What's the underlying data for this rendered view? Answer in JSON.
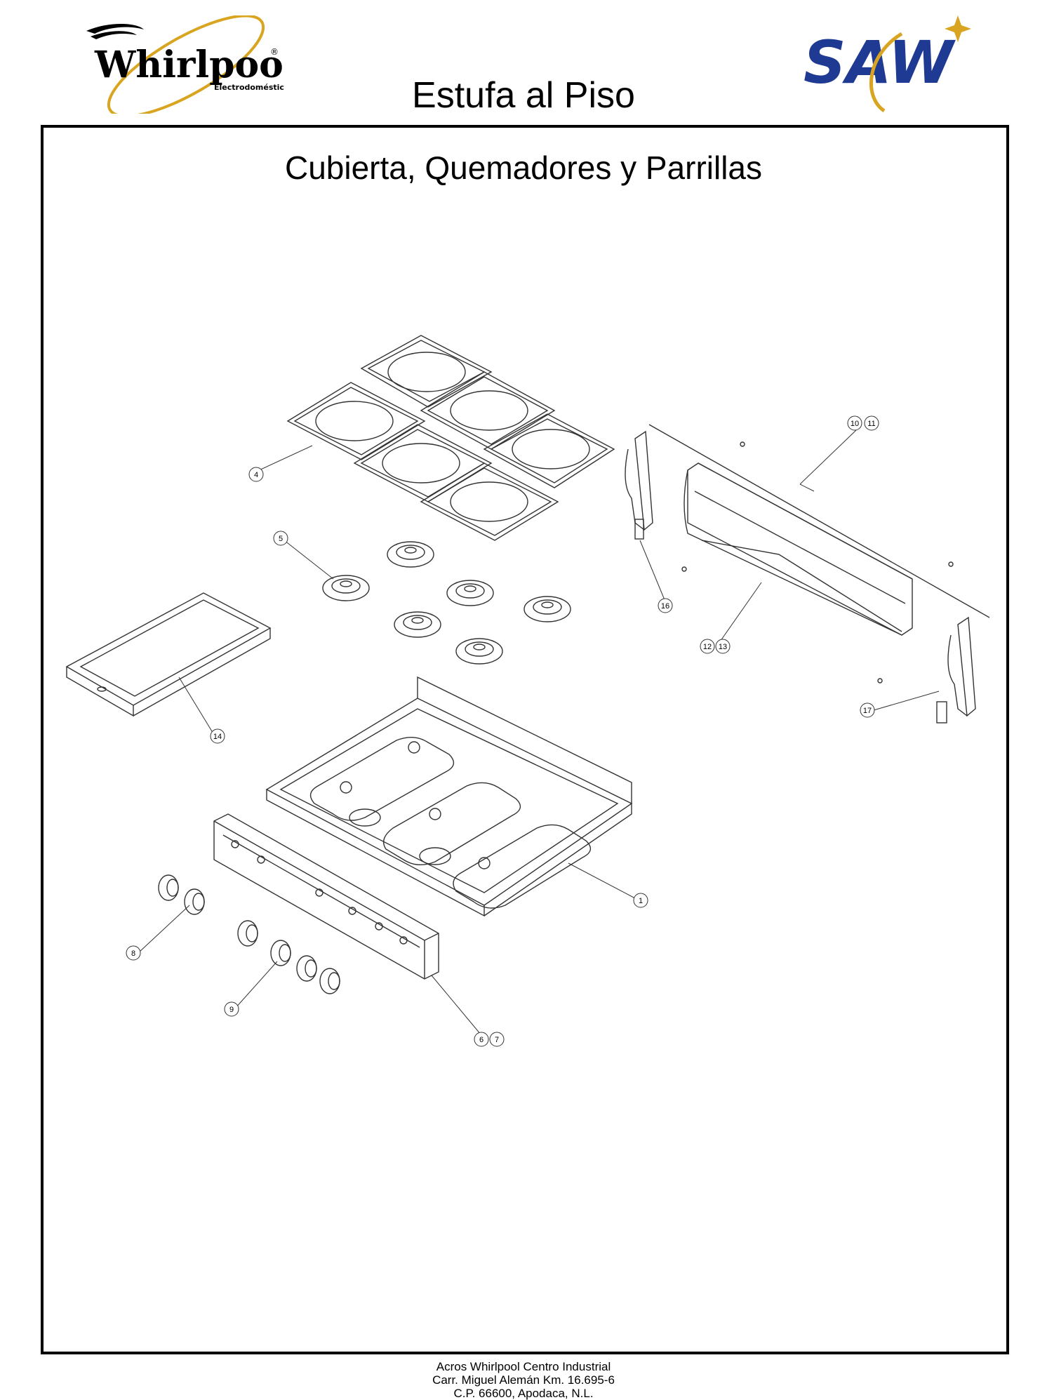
{
  "header": {
    "brand_left": "Whirlpool",
    "brand_left_reg": "®",
    "brand_left_sub": "Electrodomésticos",
    "brand_right": "SAW",
    "title": "Estufa al Piso"
  },
  "section": {
    "title": "Cubierta, Quemadores y Parrillas"
  },
  "callouts": {
    "c1": "1",
    "c4": "4",
    "c5": "5",
    "c6": "6",
    "c7": "7",
    "c8": "8",
    "c9": "9",
    "c10": "10",
    "c11": "11",
    "c12": "12",
    "c13": "13",
    "c14": "14",
    "c16": "16",
    "c17": "17"
  },
  "footer": {
    "line1": "Acros Whirlpool Centro Industrial",
    "line2": "Carr. Miguel Alemán Km. 16.695-6",
    "line3": "C.P. 66600, Apodaca, N.L."
  },
  "colors": {
    "brand_blue": "#1f3a93",
    "brand_gold": "#d9a520",
    "line": "#333333"
  }
}
